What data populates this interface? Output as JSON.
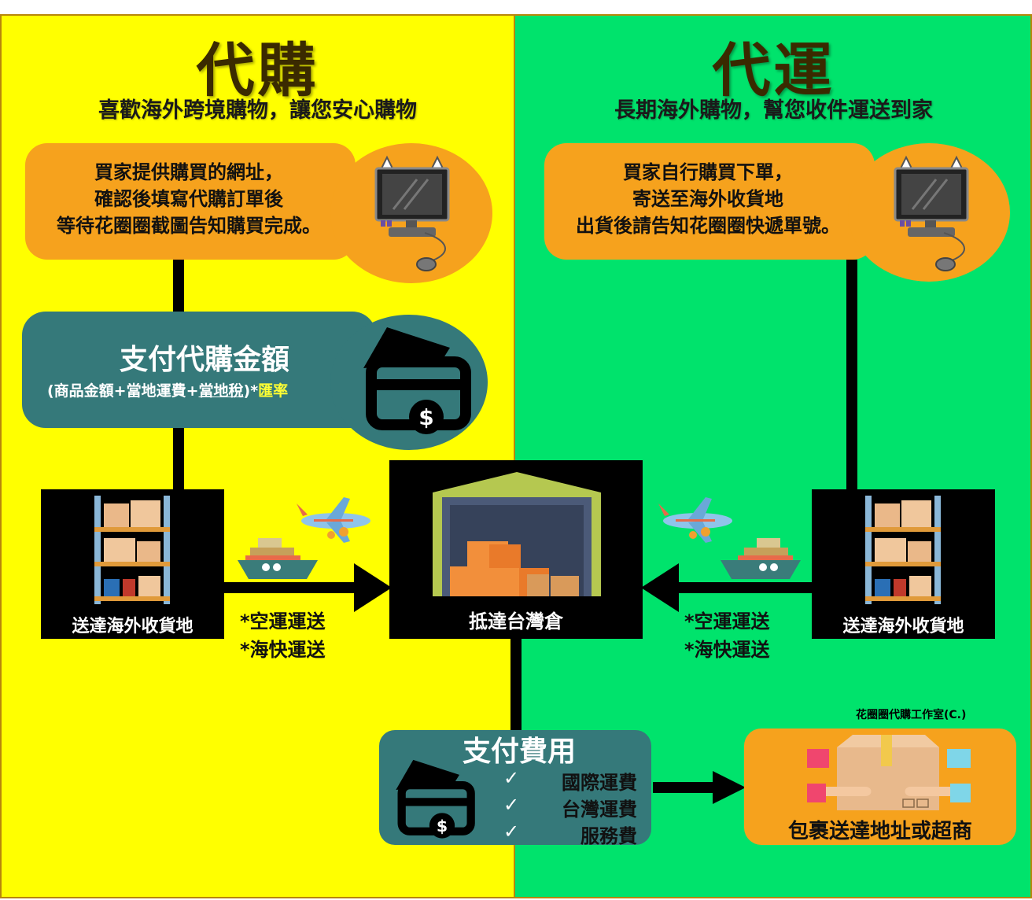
{
  "left": {
    "title": "代購",
    "subtitle": "喜歡海外跨境購物，讓您安心購物",
    "step1": [
      "買家提供購買的網址，",
      "確認後填寫代購訂單後",
      "等待花圈圈截圖告知購買完成。"
    ],
    "payment": {
      "title": "支付代購金額",
      "formula_open": "(商品金額+當地運費+",
      "formula_tax": "當地稅",
      "formula_close": ")*",
      "formula_rate": "匯率"
    },
    "warehouse_label": "送達海外收貨地",
    "methods": [
      "*空運運送",
      "*海快運送"
    ]
  },
  "right": {
    "title": "代運",
    "subtitle": "長期海外購物，幫您收件運送到家",
    "step1": [
      "買家自行購買下單，",
      "寄送至海外收貨地",
      "出貨後請告知花圈圈快遞單號。"
    ],
    "warehouse_label": "送達海外收貨地",
    "methods": [
      "*空運運送",
      "*海快運送"
    ]
  },
  "center": {
    "taiwan_label": "抵達台灣倉"
  },
  "fees": {
    "title": "支付費用",
    "items": [
      "國際運費",
      "台灣運費",
      "服務費"
    ],
    "check_mark": "✓"
  },
  "delivery": {
    "label": "包裹送達地址或超商",
    "credit": "花圈圈代購工作室(C.)"
  },
  "colors": {
    "left_bg": "#ffff00",
    "right_bg": "#00e36c",
    "orange": "#f6a21d",
    "teal": "#35797a",
    "rate_highlight": "#ffff33"
  },
  "icons": [
    "computer-monitor-icon",
    "credit-card-dollar-icon",
    "warehouse-shelf-icon",
    "airplane-icon",
    "ship-icon",
    "taiwan-warehouse-icon",
    "package-handoff-icon"
  ]
}
